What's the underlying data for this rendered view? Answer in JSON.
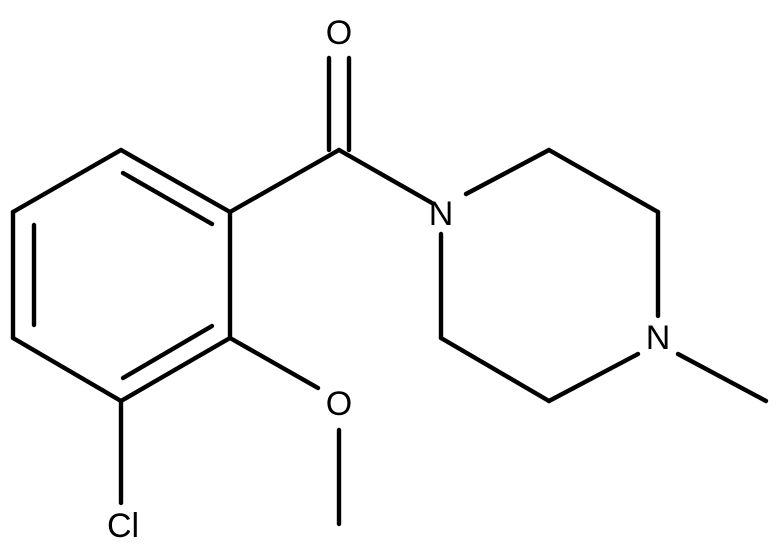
{
  "molecule": {
    "atoms": {
      "carbonyl_oxygen": "O",
      "amide_nitrogen": "N",
      "methyl_nitrogen": "N",
      "methoxy_oxygen": "O",
      "chlorine": "Cl"
    }
  },
  "colors": {
    "bond": "#000000",
    "label": "#000000",
    "background": "#ffffff"
  }
}
